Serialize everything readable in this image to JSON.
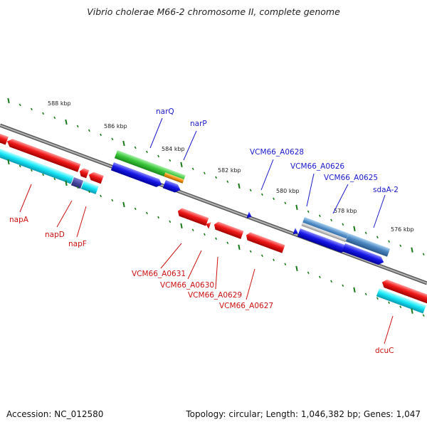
{
  "title": "Vibrio cholerae M66-2 chromosome II, complete genome",
  "footer": {
    "accession": "Accession: NC_012580",
    "summary": "Topology: circular; Length: 1,046,382 bp; Genes: 1,047"
  },
  "scale_labels": [
    "588 kbp",
    "586 kbp",
    "584 kbp",
    "582 kbp",
    "580 kbp",
    "578 kbp",
    "576 kbp"
  ],
  "gene_labels": {
    "forward": [
      "narQ",
      "narP",
      "VCM66_A0628",
      "VCM66_A0626",
      "VCM66_A0625",
      "sdaA-2"
    ],
    "reverse": [
      "napA",
      "napD",
      "napF",
      "VCM66_A0631",
      "VCM66_A0630",
      "VCM66_A0629",
      "VCM66_A0627",
      "dcuC"
    ]
  },
  "colors": {
    "forward_label": "#1a1acc",
    "reverse_label": "#cc1111",
    "backbone": "#808080",
    "tick": "#1a7a1a",
    "gene_red": "#e81414",
    "gene_blue": "#1818e0",
    "gene_cyan": "#18e0f0",
    "gene_green": "#3cc83c",
    "gene_orange": "#f09010",
    "gene_steel": "#4a86c0"
  }
}
